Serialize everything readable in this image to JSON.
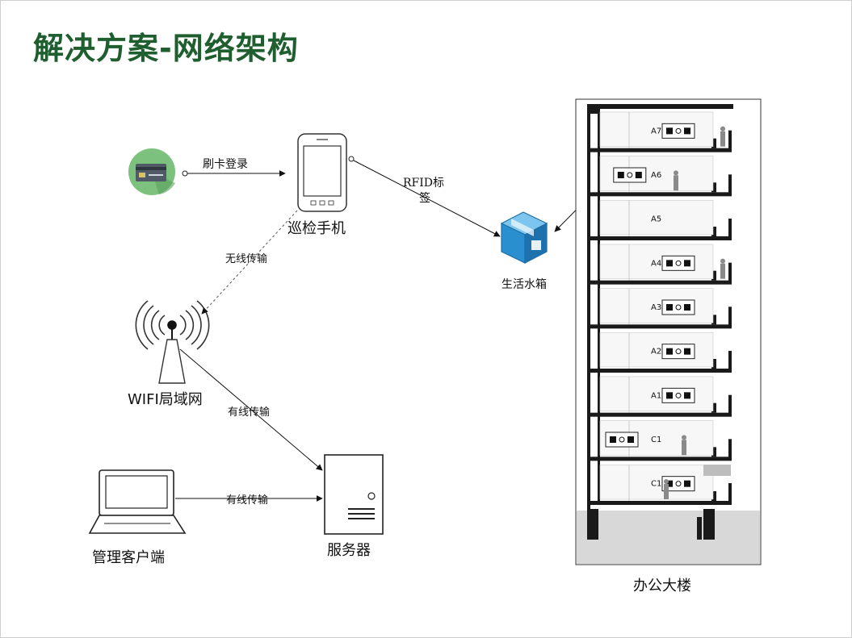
{
  "slide": {
    "title": "解决方案-网络架构"
  },
  "nodes": {
    "phone": "巡检手机",
    "wifi": "WIFI局域网",
    "client": "管理客户端",
    "server": "服务器",
    "watertank": "生活水箱",
    "building": "办公大楼"
  },
  "edges": {
    "card_login": "刷卡登录",
    "rfid_line1": "RFID标",
    "rfid_line2": "签",
    "wireless": "无线传输",
    "wired_wifi_server": "有线传输",
    "wired_client_server": "有线传输"
  },
  "building": {
    "floors": [
      "A7",
      "A6",
      "A5",
      "A4",
      "A3",
      "A2",
      "A1",
      "C1",
      "C1"
    ]
  },
  "colors": {
    "title": "#1f5e2e",
    "card_bg": "#7dc17f",
    "box": "#2a8fcf"
  }
}
